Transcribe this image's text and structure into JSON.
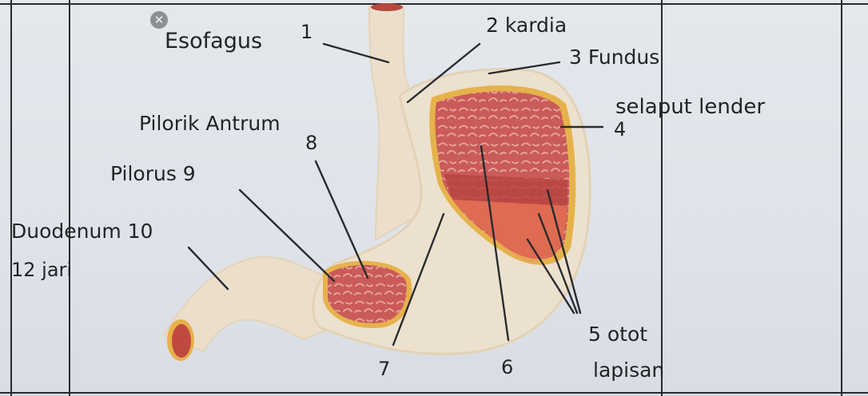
{
  "labels": {
    "esofagus": "Esofagus",
    "num1": "1",
    "kardia": "2 kardia",
    "fundus": "3 Fundus",
    "selaput": "selaput lender",
    "num4": "4",
    "pilorik_antrum": "Pilorik Antrum",
    "num8": "8",
    "pilorus": "Pilorus 9",
    "duodenum": "Duodenum 10",
    "duodenum2": "12 jari",
    "otot": "5 otot",
    "lapisan": "lapisan",
    "num6": "6",
    "num7": "7"
  },
  "colors": {
    "stomach_fill": "#ece1cf",
    "mucosa": "#c85a56",
    "mucosa_outline": "#d8a53c",
    "muscle": "#d8614f",
    "ink": "#222326"
  },
  "icons": {
    "close": "close-icon"
  }
}
